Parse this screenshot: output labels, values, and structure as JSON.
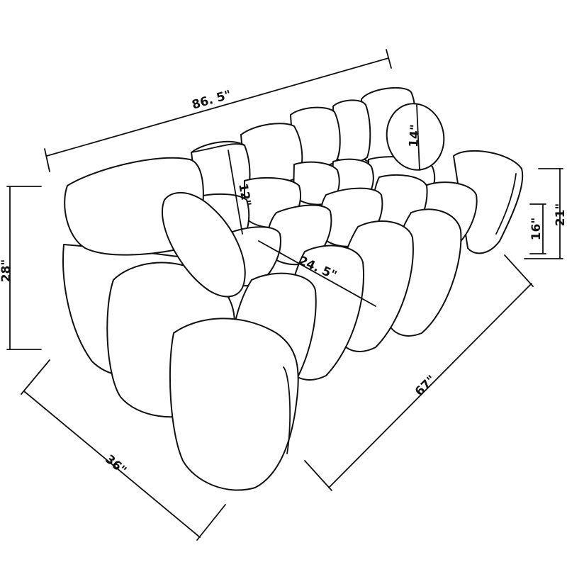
{
  "dimensions": {
    "overall_width": "86. 5\"",
    "seat_span": "67\"",
    "depth": "36\"",
    "height": "28\"",
    "arm_height": "21\"",
    "seat_height": "16\"",
    "back_cushion": "12\"",
    "pillow": "14\"",
    "seat_depth": "24. 5\""
  }
}
